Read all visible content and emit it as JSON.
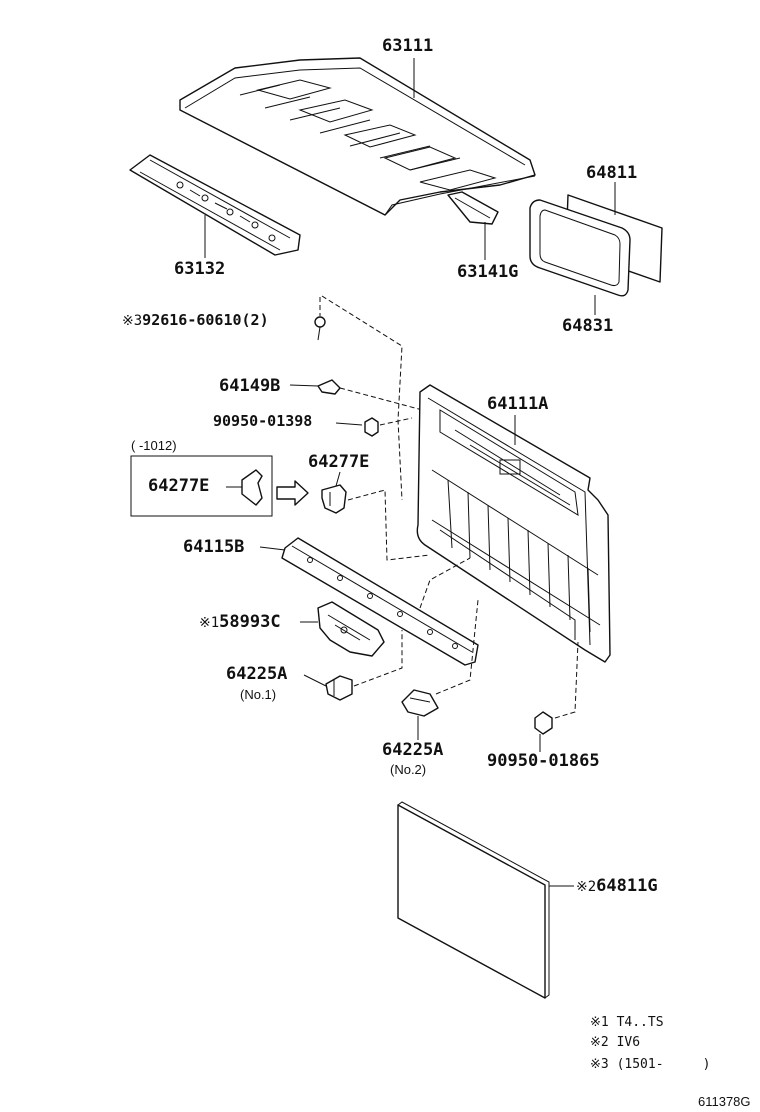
{
  "parts": {
    "roof_panel": "63111",
    "roof_front_header": "63132",
    "roof_rear_bow": "63141G",
    "window_glass": "64811",
    "window_weatherstrip": "64831",
    "screw": "92616-60610(2)",
    "screw_mark": "※3",
    "bracket": "64149B",
    "clip_upper": "90950-01398",
    "back_panel": "64111A",
    "hook_box_range": "(      -1012)",
    "hook_in_box": "64277E",
    "hook": "64277E",
    "crossmember": "64115B",
    "reinforcement": "58993C",
    "reinforcement_mark": "※1",
    "latch_no1": "64225A",
    "latch_no1_note": "(No.1)",
    "latch_no2": "64225A",
    "latch_no2_note": "(No.2)",
    "clip_lower": "90950-01865",
    "sheet": "64811G",
    "sheet_mark": "※2"
  },
  "notes": [
    {
      "mark": "※1",
      "text": "T4..TS"
    },
    {
      "mark": "※2",
      "text": "IV6"
    },
    {
      "mark": "※3",
      "text": "(1501-     )"
    }
  ],
  "figure_id": "611378G"
}
